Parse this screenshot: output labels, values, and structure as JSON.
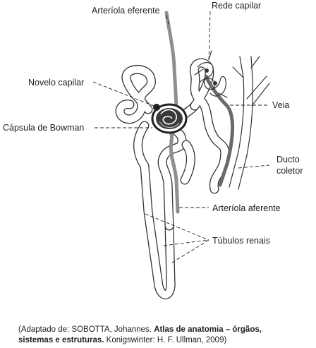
{
  "labels": {
    "arteriola_eferente": "Arteríola eferente",
    "rede_capilar": "Rede capilar",
    "novelo_capilar": "Novelo capilar",
    "capsula_bowman": "Cápsula de Bowman",
    "veia": "Veia",
    "ducto": "Ducto",
    "coletor": "coletor",
    "arteriola_aferente": "Arteríola aferente",
    "tubulos_renais": "Túbulos renais"
  },
  "caption": {
    "line1_prefix": "(Adaptado de: SOBOTTA, Johannes. ",
    "line1_bold": "Atlas de anatomia – órgãos,",
    "line2_bold": "sistemas e estruturas.",
    "line2_rest": " Konigswinter: H. F. Ullman, 2009)"
  }
}
